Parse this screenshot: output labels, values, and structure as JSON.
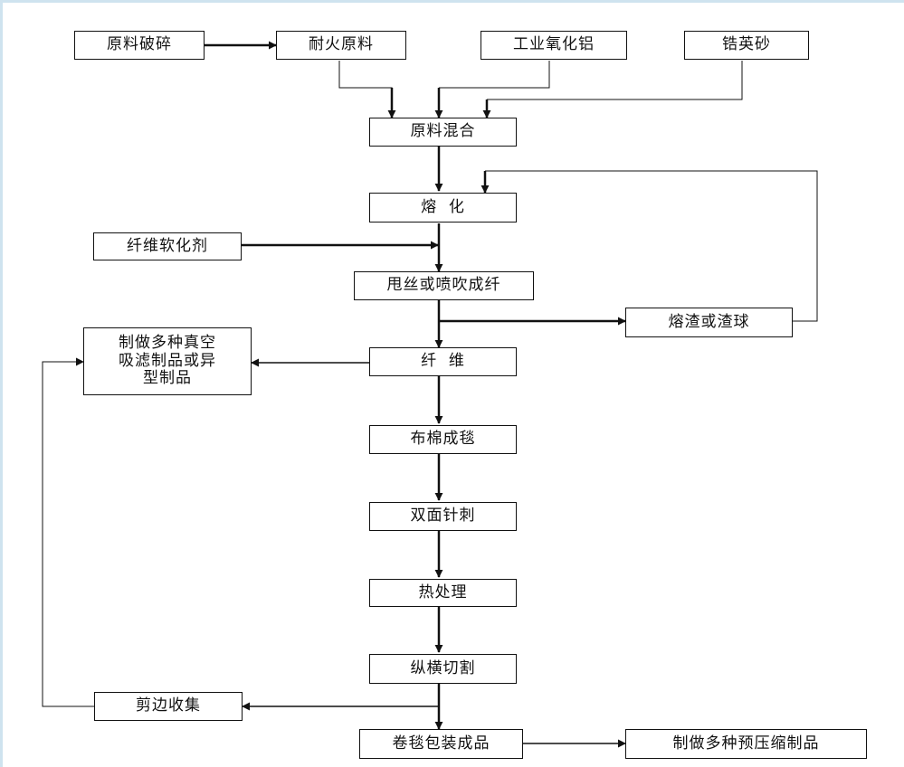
{
  "diagram": {
    "nodes": {
      "raw_crush": "原料破碎",
      "refractory_raw": "耐火原料",
      "industrial_alumina": "工业氧化铝",
      "zircon_sand": "锆英砂",
      "raw_mix": "原料混合",
      "melting": "熔  化",
      "fiber_softener": "纤维软化剂",
      "spin_or_blow": "甩丝或喷吹成纤",
      "slag_ball": "熔渣或渣球",
      "fiber": "纤  维",
      "vacuum_products": [
        "制做多种真空",
        "吸滤制品或异",
        "型制品"
      ],
      "felt_forming": "布棉成毯",
      "needle_punch": "双面针刺",
      "heat_treat": "热处理",
      "cut": "纵横切割",
      "edge_collect": "剪边收集",
      "roll_pack": "卷毯包装成品",
      "prepress_products": "制做多种预压缩制品"
    }
  }
}
